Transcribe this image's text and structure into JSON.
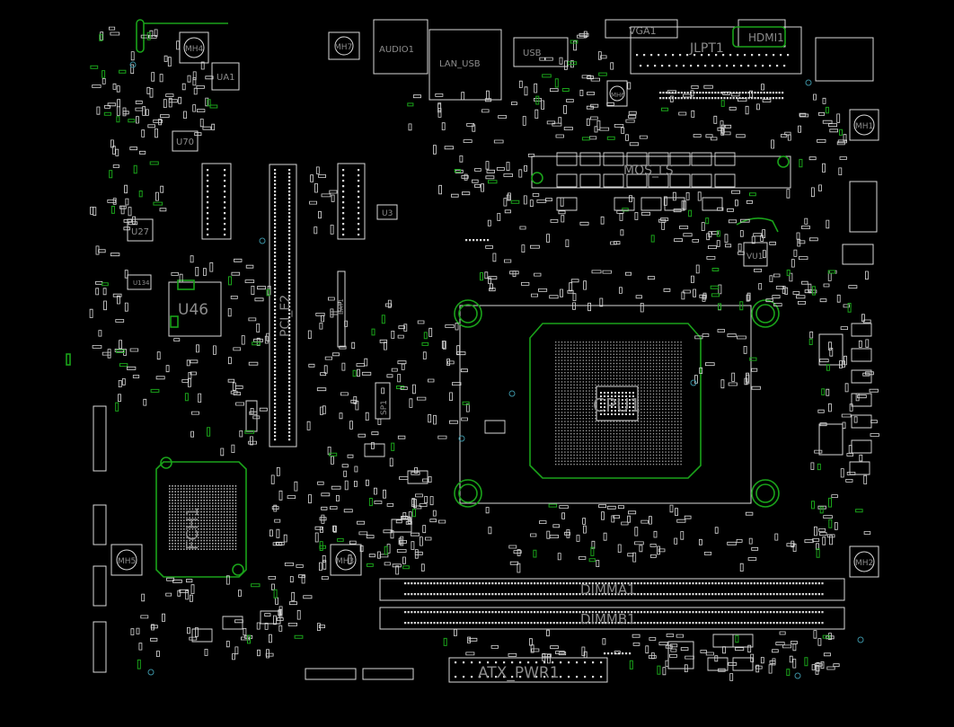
{
  "labels": {
    "ua1": "UA1",
    "u70": "U70",
    "u27": "U27",
    "u46": "U46",
    "u3": "U3",
    "u134": "U134",
    "vu1": "VU1",
    "pci_e2": "PCI_E2",
    "audio1": "AUDIO1",
    "lan_usb": "LAN_USB",
    "usb": "USB",
    "vga1": "VGA1",
    "jlpt1": "JLPT1",
    "hdmi1": "HDMI1",
    "mos_ls": "MOS_LS",
    "cpu1": "CPU1",
    "fch1": "FCH1",
    "dimma1": "DIMMA1",
    "dimmb1": "DIMMB1",
    "atx_pwr1": "ATX_PWR1",
    "sp1": "SP1",
    "bat1": "BAT1",
    "mh1": "MH1",
    "mh2": "MH2",
    "mh3": "MH3",
    "mh4": "MH4",
    "mh5": "MH5",
    "mh6": "MH6",
    "mh7": "MH7"
  },
  "colors": {
    "background": "#000000",
    "outline": "#d9d9d9",
    "copper": "#1aa31a",
    "label": "#8c8c8c",
    "via": "#3a8fa0"
  }
}
